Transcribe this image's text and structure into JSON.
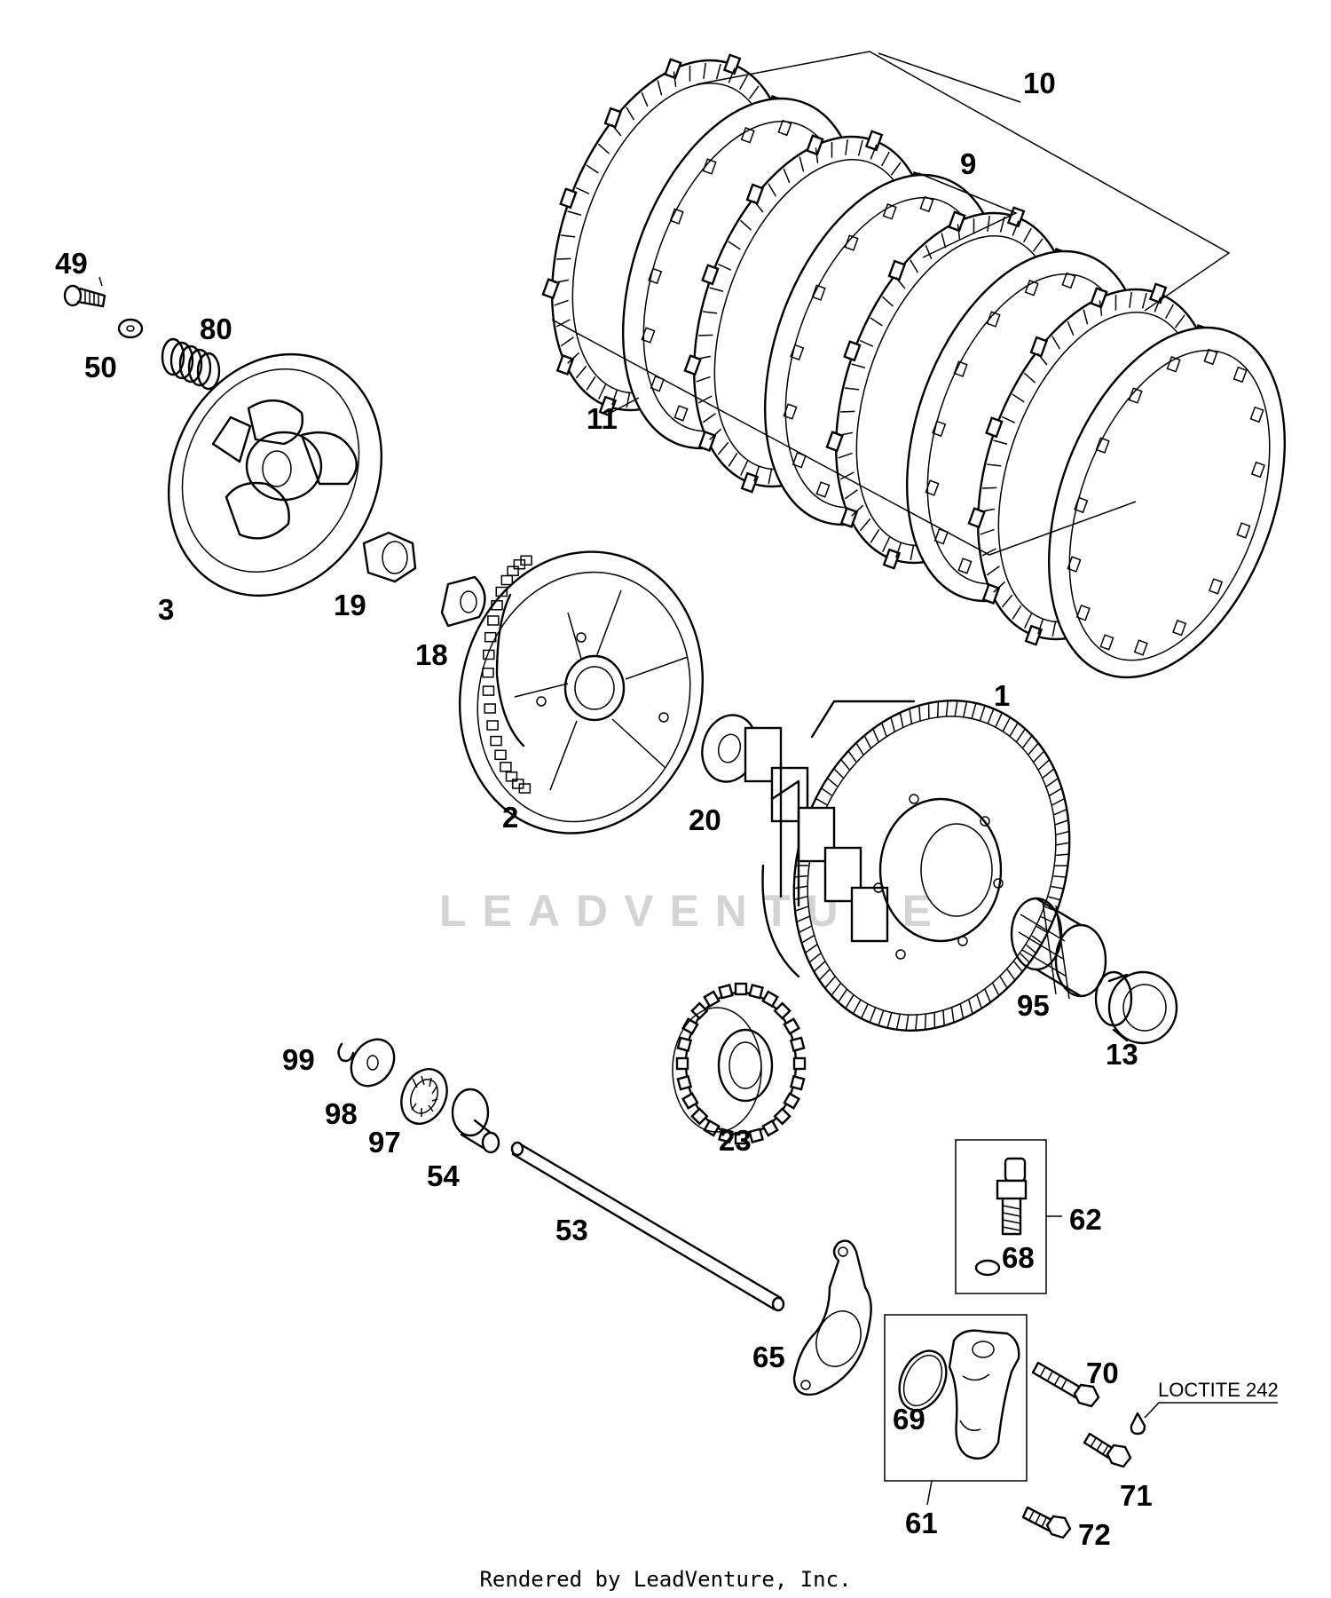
{
  "watermark": "LEADVENTURE",
  "footer": "Rendered by LeadVenture, Inc.",
  "note_label": "LOCTITE 242",
  "callouts": {
    "c1": "1",
    "c2": "2",
    "c3": "3",
    "c9": "9",
    "c10": "10",
    "c11": "11",
    "c13": "13",
    "c18": "18",
    "c19": "19",
    "c20": "20",
    "c23": "23",
    "c49": "49",
    "c50": "50",
    "c53": "53",
    "c54": "54",
    "c61": "61",
    "c62": "62",
    "c65": "65",
    "c68": "68",
    "c69": "69",
    "c70": "70",
    "c71": "71",
    "c72": "72",
    "c80": "80",
    "c95": "95",
    "c97": "97",
    "c98": "98",
    "c99": "99"
  }
}
